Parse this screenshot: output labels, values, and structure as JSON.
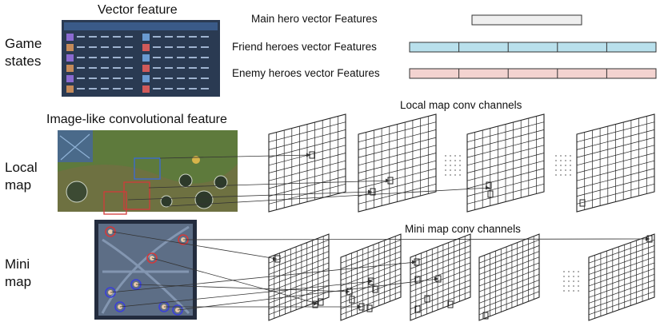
{
  "labels": {
    "game_states": "Game\nstates",
    "local_map": "Local\nmap",
    "mini_map": "Mini\nmap",
    "vector_feature": "Vector feature",
    "image_like_feature": "Image-like convolutional feature",
    "local_map_channels": "Local map conv channels",
    "mini_map_channels": "Mini map conv channels"
  },
  "vector_features": [
    {
      "label": "Main hero vector Features",
      "color": "#efefef",
      "segments": 1
    },
    {
      "label": "Friend heroes vector Features",
      "color": "#b9e0ec",
      "segments": 5
    },
    {
      "label": "Enemy heroes vector Features",
      "color": "#f3d3d0",
      "segments": 5
    }
  ],
  "colors": {
    "game_screenshot_bg": "#2a3a52",
    "local_map_ground": "#5e7a3c",
    "minimap_bg": "#5d6e86",
    "minimap_frame": "#232c3e",
    "grid_line": "#222222",
    "ally_marker": "#3a3fd8",
    "enemy_marker": "#d23a3a",
    "dot_ellipsis": "#777777"
  }
}
